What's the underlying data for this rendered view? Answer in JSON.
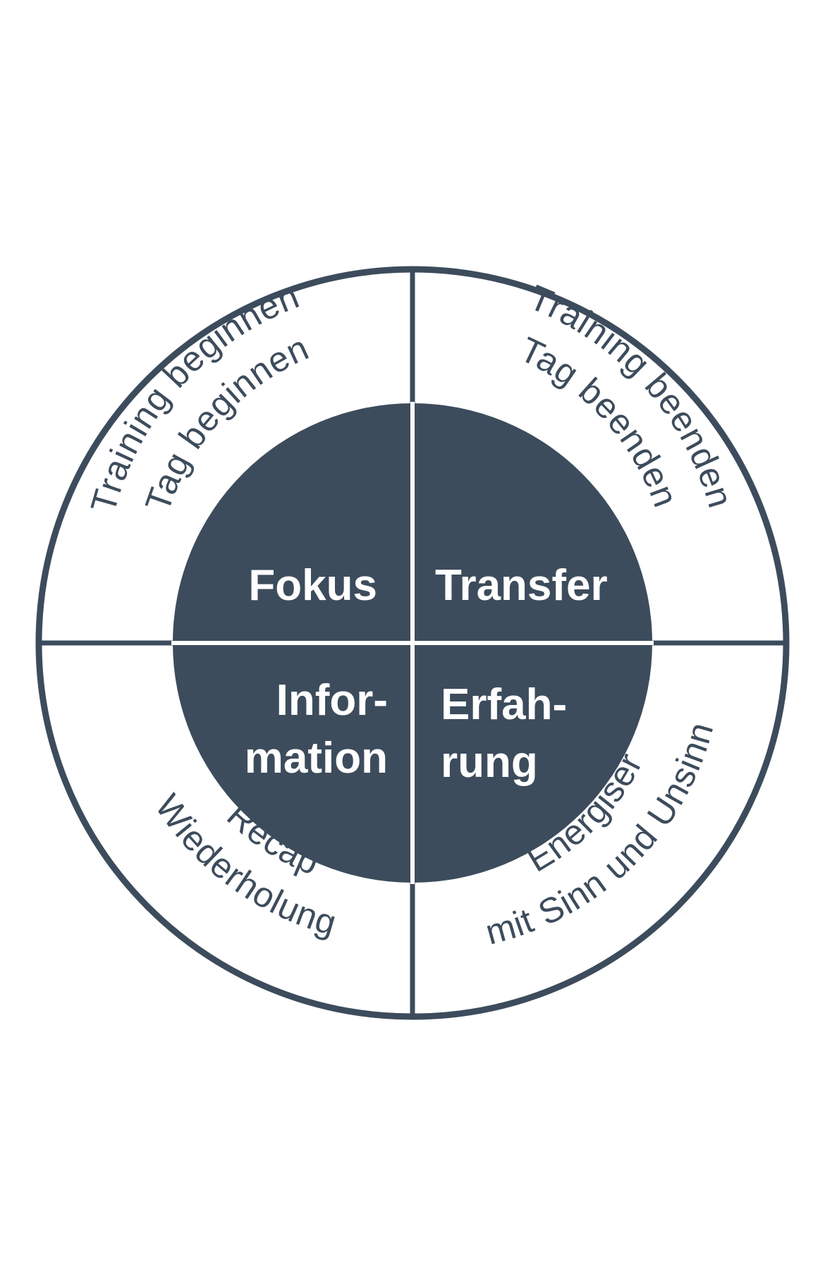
{
  "colors": {
    "ring": "#3d4c5c",
    "inner_fill": "#3d4c5c",
    "inner_text": "#ffffff",
    "outer_text": "#3d4c5c",
    "background": "#ffffff"
  },
  "quadrants": {
    "top_left": {
      "inner": [
        "Fokus"
      ],
      "outer": [
        "Training beginnen",
        "Tag beginnen"
      ]
    },
    "top_right": {
      "inner": [
        "Transfer"
      ],
      "outer": [
        "Training beenden",
        "Tag beenden"
      ]
    },
    "bottom_left": {
      "inner": [
        "Infor-",
        "mation"
      ],
      "outer": [
        "Recap",
        "Wiederholung"
      ]
    },
    "bottom_right": {
      "inner": [
        "Erfah-",
        "rung"
      ],
      "outer": [
        "Energiser",
        "mit Sinn und Unsinn"
      ]
    }
  }
}
